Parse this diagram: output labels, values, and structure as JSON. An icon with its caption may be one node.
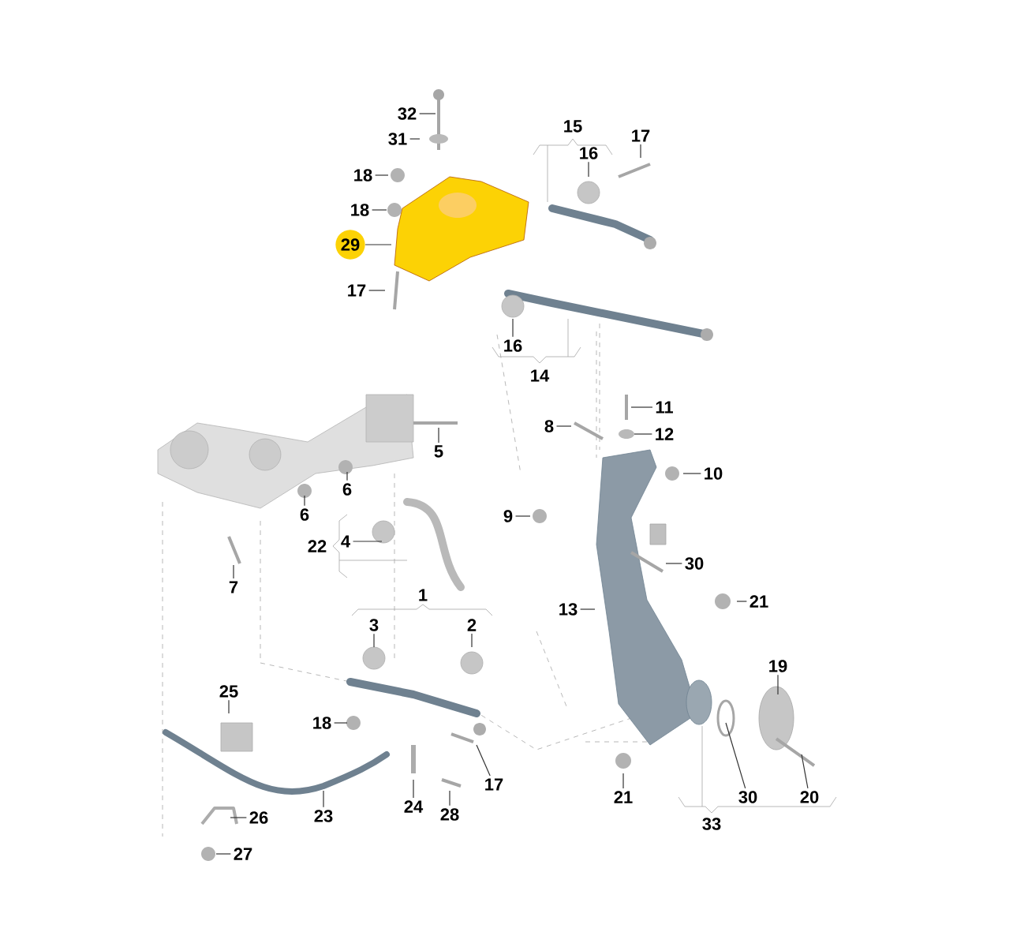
{
  "diagram": {
    "nodes": [
      {
        "text": [
          "32"
        ]
      },
      {
        "text": [
          "31"
        ]
      },
      {
        "text": [
          "15"
        ]
      },
      {
        "text": [
          "17"
        ]
      },
      {
        "text": [
          "16"
        ]
      },
      {
        "text": [
          "18"
        ]
      },
      {
        "text": [
          "18"
        ]
      },
      {
        "text": [
          "29"
        ]
      },
      {
        "text": [
          "17"
        ]
      },
      {
        "text": [
          "16"
        ]
      },
      {
        "text": [
          "14"
        ]
      },
      {
        "text": [
          "11"
        ]
      },
      {
        "text": [
          "8"
        ]
      },
      {
        "text": [
          "12"
        ]
      },
      {
        "text": [
          "5"
        ]
      },
      {
        "text": [
          "10"
        ]
      },
      {
        "text": [
          "6"
        ]
      },
      {
        "text": [
          "9"
        ]
      },
      {
        "text": [
          "6"
        ]
      },
      {
        "text": [
          "4"
        ]
      },
      {
        "text": [
          "22"
        ]
      },
      {
        "text": [
          "30"
        ]
      },
      {
        "text": [
          "7"
        ]
      },
      {
        "text": [
          "1"
        ]
      },
      {
        "text": [
          "13"
        ]
      },
      {
        "text": [
          "21"
        ]
      },
      {
        "text": [
          "3"
        ]
      },
      {
        "text": [
          "2"
        ]
      },
      {
        "text": [
          "19"
        ]
      },
      {
        "text": [
          "25"
        ]
      },
      {
        "text": [
          "18"
        ]
      },
      {
        "text": [
          "17"
        ]
      },
      {
        "text": [
          "24"
        ]
      },
      {
        "text": [
          "28"
        ]
      },
      {
        "text": [
          "23"
        ]
      },
      {
        "text": [
          "26"
        ]
      },
      {
        "text": [
          "21"
        ]
      },
      {
        "text": [
          "30"
        ]
      },
      {
        "text": [
          "20"
        ]
      },
      {
        "text": [
          "27"
        ]
      },
      {
        "text": [
          "33"
        ]
      }
    ],
    "edges": [
      {
        "from": 0,
        "to": null,
        "arrow": "none"
      },
      {
        "from": 1,
        "to": null,
        "arrow": "none"
      },
      {
        "from": 3,
        "to": null,
        "arrow": "none"
      },
      {
        "from": 4,
        "to": null,
        "arrow": "none"
      },
      {
        "from": 5,
        "to": null,
        "arrow": "none"
      },
      {
        "from": 6,
        "to": null,
        "arrow": "none"
      },
      {
        "from": 7,
        "to": null,
        "arrow": "none"
      },
      {
        "from": 8,
        "to": null,
        "arrow": "none"
      },
      {
        "from": 9,
        "to": null,
        "arrow": "none"
      },
      {
        "from": 11,
        "to": null,
        "arrow": "none"
      },
      {
        "from": 12,
        "to": null,
        "arrow": "none"
      },
      {
        "from": 13,
        "to": null,
        "arrow": "none"
      },
      {
        "from": 14,
        "to": null,
        "arrow": "none"
      },
      {
        "from": 15,
        "to": null,
        "arrow": "none"
      },
      {
        "from": 16,
        "to": null,
        "arrow": "none"
      },
      {
        "from": 17,
        "to": null,
        "arrow": "none"
      },
      {
        "from": 18,
        "to": null,
        "arrow": "none"
      },
      {
        "from": 19,
        "to": null,
        "arrow": "none"
      },
      {
        "from": 21,
        "to": null,
        "arrow": "none"
      },
      {
        "from": 22,
        "to": null,
        "arrow": "none"
      },
      {
        "from": 24,
        "to": null,
        "arrow": "none"
      },
      {
        "from": 25,
        "to": null,
        "arrow": "none"
      },
      {
        "from": 26,
        "to": null,
        "arrow": "none"
      },
      {
        "from": 27,
        "to": null,
        "arrow": "none"
      },
      {
        "from": 28,
        "to": null,
        "arrow": "none"
      },
      {
        "from": 29,
        "to": null,
        "arrow": "none"
      },
      {
        "from": 30,
        "to": null,
        "arrow": "none"
      },
      {
        "from": 31,
        "to": null,
        "arrow": "none"
      },
      {
        "from": 32,
        "to": null,
        "arrow": "none"
      },
      {
        "from": 33,
        "to": null,
        "arrow": "none"
      },
      {
        "from": 34,
        "to": null,
        "arrow": "none"
      },
      {
        "from": 35,
        "to": null,
        "arrow": "none"
      },
      {
        "from": 36,
        "to": null,
        "arrow": "none"
      },
      {
        "from": 37,
        "to": null,
        "arrow": "none"
      },
      {
        "from": 38,
        "to": null,
        "arrow": "none"
      },
      {
        "from": 39,
        "to": null,
        "arrow": "none"
      }
    ]
  }
}
